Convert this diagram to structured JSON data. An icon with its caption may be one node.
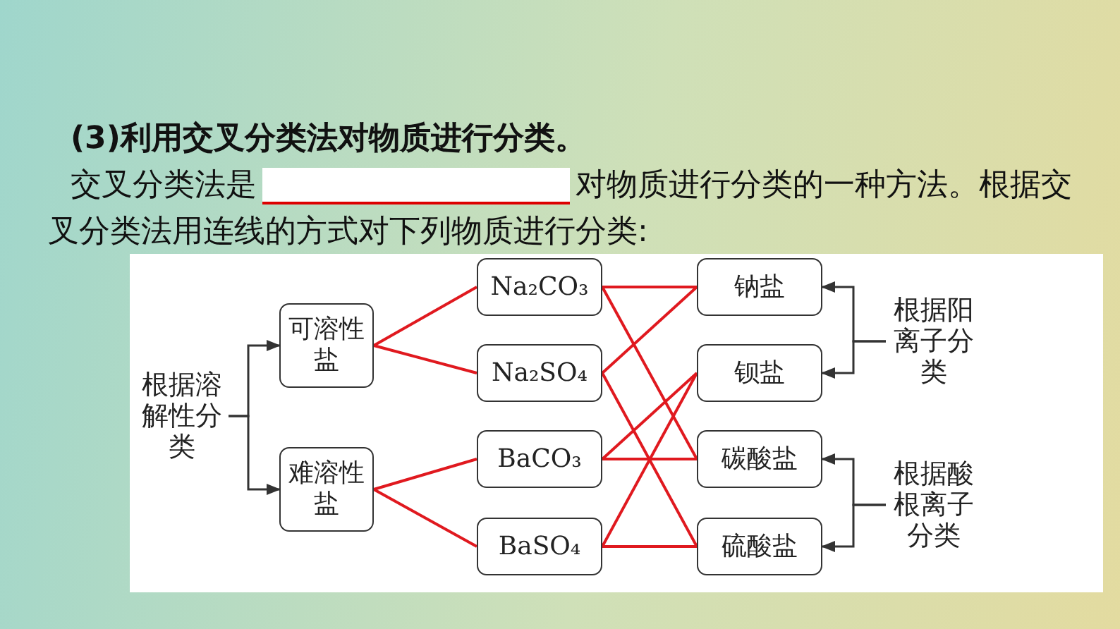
{
  "diagram": {
    "nodes": [
      {
        "text": [
          "根据溶解性分类"
        ]
      },
      {
        "text": [
          "可溶性盐"
        ]
      },
      {
        "text": [
          "难溶性盐"
        ]
      },
      {
        "text": [
          "Na₂CO₃"
        ]
      },
      {
        "text": [
          "Na₂SO₄"
        ]
      },
      {
        "text": [
          "BaCO₃"
        ]
      },
      {
        "text": [
          "BaSO₄"
        ]
      },
      {
        "text": [
          "钠盐"
        ]
      },
      {
        "text": [
          "钡盐"
        ]
      },
      {
        "text": [
          "碳酸盐"
        ]
      },
      {
        "text": [
          "硫酸盐"
        ]
      },
      {
        "text": [
          "根据阳离子分类"
        ]
      },
      {
        "text": [
          "根据酸根离子分类"
        ]
      }
    ],
    "edges": [
      {
        "from": 0,
        "to": 1,
        "arrow": "to",
        "color": "#333333"
      },
      {
        "from": 0,
        "to": 2,
        "arrow": "to",
        "color": "#333333"
      },
      {
        "from": 1,
        "to": 3,
        "arrow": "none"
      },
      {
        "from": 1,
        "to": 4,
        "arrow": "none"
      },
      {
        "from": 2,
        "to": 5,
        "arrow": "none"
      },
      {
        "from": 2,
        "to": 6,
        "arrow": "none"
      },
      {
        "from": 3,
        "to": 7,
        "arrow": "none"
      },
      {
        "from": 3,
        "to": 9,
        "arrow": "none"
      },
      {
        "from": 4,
        "to": 7,
        "arrow": "none"
      },
      {
        "from": 4,
        "to": 10,
        "arrow": "none"
      },
      {
        "from": 5,
        "to": 8,
        "arrow": "none"
      },
      {
        "from": 5,
        "to": 9,
        "arrow": "none"
      },
      {
        "from": 6,
        "to": 8,
        "arrow": "none"
      },
      {
        "from": 6,
        "to": 10,
        "arrow": "none"
      },
      {
        "from": 11,
        "to": 7,
        "arrow": "to",
        "color": "#333333"
      },
      {
        "from": 11,
        "to": 8,
        "arrow": "to",
        "color": "#333333"
      },
      {
        "from": 12,
        "to": 9,
        "arrow": "to",
        "color": "#333333"
      },
      {
        "from": 12,
        "to": 10,
        "arrow": "to",
        "color": "#333333"
      }
    ],
    "labels": [
      "(3)利用交叉分类法对物质进行分类。",
      "交叉分类法是",
      "对物质进行分类的一种方法。根据交叉分类法用连线的方式对下列物质进行分类:"
    ]
  }
}
